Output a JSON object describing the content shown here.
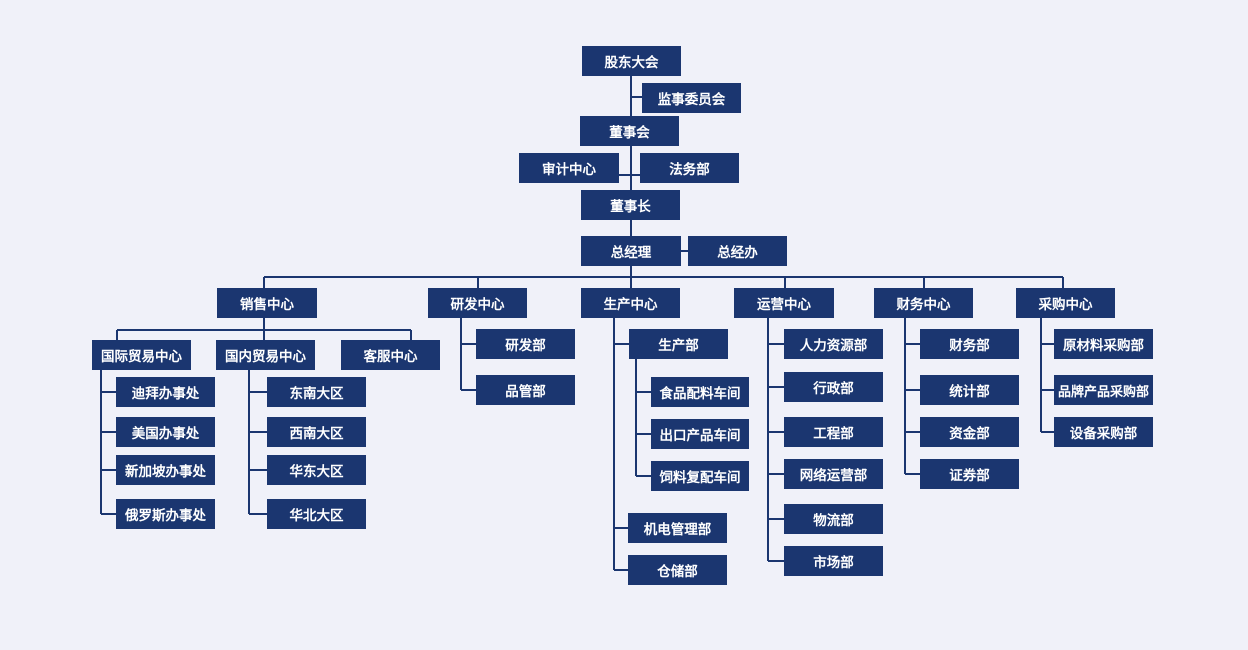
{
  "colors": {
    "background": "#f0f1f9",
    "box": "#1b3670",
    "line": "#1b3670",
    "text": "#ffffff"
  },
  "org": {
    "shareholders": "股东大会",
    "supervisors": "监事委员会",
    "board": "董事会",
    "audit": "审计中心",
    "legal": "法务部",
    "chairman": "董事长",
    "gm": "总经理",
    "gm_office": "总经办",
    "sales": {
      "name": "销售中心",
      "intl": {
        "name": "国际贸易中心",
        "items": [
          "迪拜办事处",
          "美国办事处",
          "新加坡办事处",
          "俄罗斯办事处"
        ]
      },
      "domestic": {
        "name": "国内贸易中心",
        "items": [
          "东南大区",
          "西南大区",
          "华东大区",
          "华北大区"
        ]
      },
      "service": "客服中心"
    },
    "rnd": {
      "name": "研发中心",
      "items": [
        "研发部",
        "品管部"
      ]
    },
    "production": {
      "name": "生产中心",
      "dept": {
        "name": "生产部",
        "items": [
          "食品配料车间",
          "出口产品车间",
          "饲料复配车间"
        ]
      },
      "items": [
        "机电管理部",
        "仓储部"
      ]
    },
    "operations": {
      "name": "运营中心",
      "items": [
        "人力资源部",
        "行政部",
        "工程部",
        "网络运营部",
        "物流部",
        "市场部"
      ]
    },
    "finance": {
      "name": "财务中心",
      "items": [
        "财务部",
        "统计部",
        "资金部",
        "证券部"
      ]
    },
    "purchasing": {
      "name": "采购中心",
      "items": [
        "原材料采购部",
        "品牌产品采购部",
        "设备采购部"
      ]
    }
  }
}
